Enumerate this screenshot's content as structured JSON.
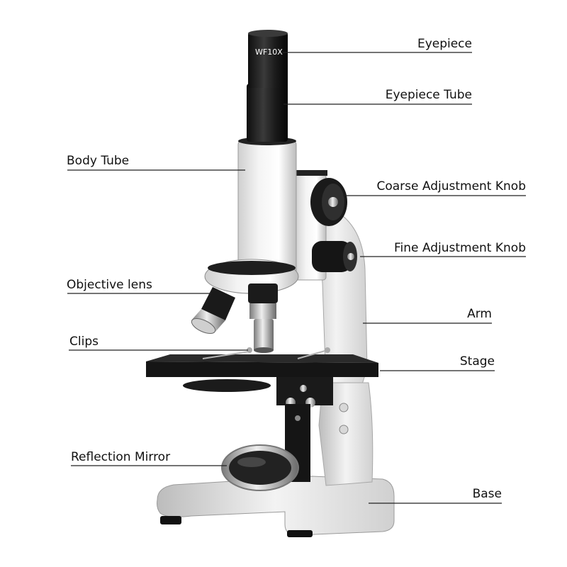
{
  "diagram": {
    "eyepiece_engraving": "WF10X",
    "labels": {
      "eyepiece": "Eyepiece",
      "eyepiece_tube": "Eyepiece Tube",
      "body_tube": "Body Tube",
      "coarse_knob": "Coarse Adjustment Knob",
      "fine_knob": "Fine Adjustment Knob",
      "objective_lens": "Objective lens",
      "arm": "Arm",
      "clips": "Clips",
      "stage": "Stage",
      "reflection_mirror": "Reflection Mirror",
      "base": "Base"
    },
    "colors": {
      "body_white": "#e8e8e8",
      "metal_black": "#1c1c1c",
      "leader_line": "#222222"
    }
  }
}
